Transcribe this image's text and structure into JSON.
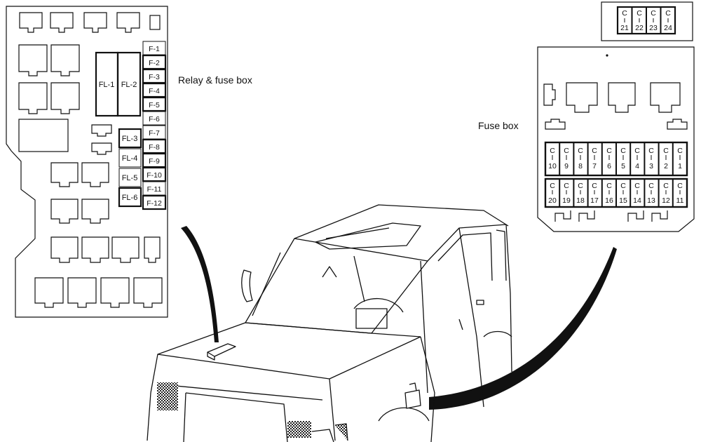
{
  "labels": {
    "relay_fuse_box": "Relay & fuse box",
    "fuse_box": "Fuse box"
  },
  "relay_box": {
    "fusible_links": [
      "FL-1",
      "FL-2",
      "FL-3",
      "FL-4",
      "FL-5",
      "FL-6"
    ],
    "fuses": [
      "F-1",
      "F-2",
      "F-3",
      "F-4",
      "F-5",
      "F-6",
      "F-7",
      "F-8",
      "F-9",
      "F-10",
      "F-11",
      "F-12"
    ]
  },
  "fuse_box": {
    "top_row": [
      "21",
      "22",
      "23",
      "24"
    ],
    "row_1": [
      "10",
      "9",
      "8",
      "7",
      "6",
      "5",
      "4",
      "3",
      "2",
      "1"
    ],
    "row_2": [
      "20",
      "19",
      "18",
      "17",
      "16",
      "15",
      "14",
      "13",
      "12",
      "11"
    ],
    "prefix": "C"
  },
  "colors": {
    "ink": "#111111",
    "paper": "#ffffff"
  }
}
